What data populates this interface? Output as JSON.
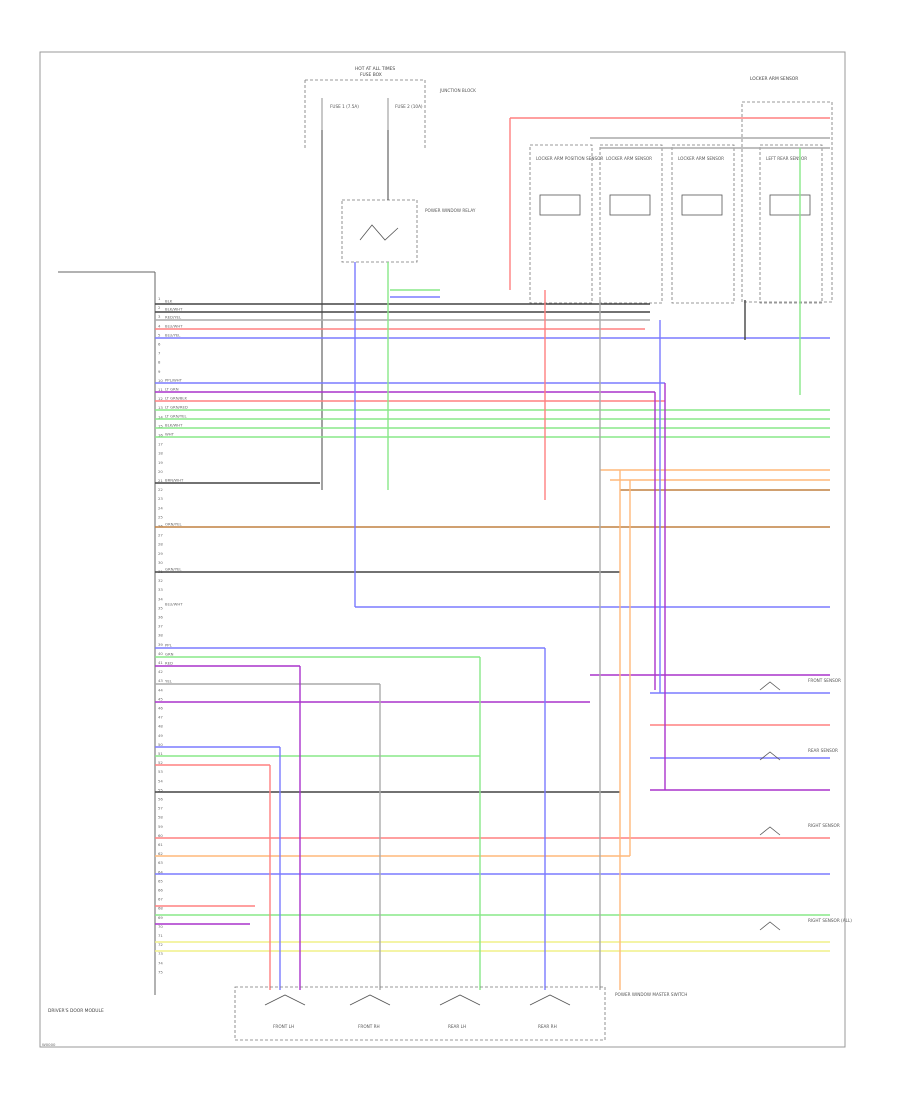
{
  "diagram": {
    "footer_code": "W0000",
    "connector_pins": [
      "1",
      "2",
      "3",
      "4",
      "5",
      "6",
      "7",
      "8",
      "9",
      "10",
      "11",
      "12",
      "13",
      "14",
      "15",
      "16",
      "17",
      "18",
      "19",
      "20",
      "21",
      "22",
      "23",
      "24",
      "25",
      "26",
      "27",
      "28",
      "29",
      "30",
      "31",
      "32",
      "33",
      "34",
      "35",
      "36",
      "37",
      "38",
      "39",
      "40",
      "41",
      "42",
      "43",
      "44",
      "45",
      "46",
      "47",
      "48",
      "49",
      "50",
      "51",
      "52",
      "53",
      "54",
      "55",
      "56",
      "57",
      "58",
      "59",
      "60",
      "61",
      "62",
      "63",
      "64",
      "65",
      "66",
      "67",
      "68",
      "69",
      "70",
      "71",
      "72",
      "73",
      "74",
      "75"
    ],
    "fuse_box_label": "HOT AT ALL TIMES",
    "fuse_box_sublabel": "FUSE BOX",
    "fuse_box_fuse_a": "FUSE 1 (7.5A)",
    "fuse_box_fuse_b": "FUSE 2 (10A)",
    "junction_label": "JUNCTION BLOCK",
    "relay_label": "POWER WINDOW RELAY",
    "module_label": "DRIVER'S DOOR MODULE",
    "right_module_label": "LOCKER ARM SENSOR",
    "actuator_labels": [
      "LOCKER ARM POSITION SENSOR",
      "LOCKER ARM SENSOR",
      "LOCKER ARM SENSOR",
      "LEFT REAR SENSOR"
    ],
    "right_device_labels": [
      "FRONT SENSOR",
      "REAR SENSOR",
      "RIGHT SENSOR",
      "RIGHT SENSOR (ALL)"
    ],
    "switch_group_label": "POWER WINDOW MASTER SWITCH",
    "switch_labels": [
      "FRONT LH",
      "FRONT RH",
      "REAR LH",
      "REAR RH"
    ],
    "wire_labels": [
      "BLK",
      "BLK/WHT",
      "RED/YEL",
      "BLU/WHT",
      "BLU/YEL",
      "PPL/WHT",
      "LT GRN",
      "LT GRN/BLK",
      "LT GRN/RED",
      "LT GRN/YEL",
      "BLK/WHT",
      "WHT",
      "BRN/WHT",
      "ORN/YEL",
      "GRN/YEL",
      "BLU/WHT",
      "PPL",
      "GRN",
      "RED",
      "YEL"
    ],
    "colors": {
      "frame": "#999999",
      "black": "#444444",
      "gray": "#aaaaaa",
      "red": "#ff8080",
      "blue": "#7b7bff",
      "green": "#88e888",
      "purple": "#aa33cc",
      "orange": "#ffb87a",
      "yellow": "#f0f088",
      "brown": "#c08040"
    }
  }
}
